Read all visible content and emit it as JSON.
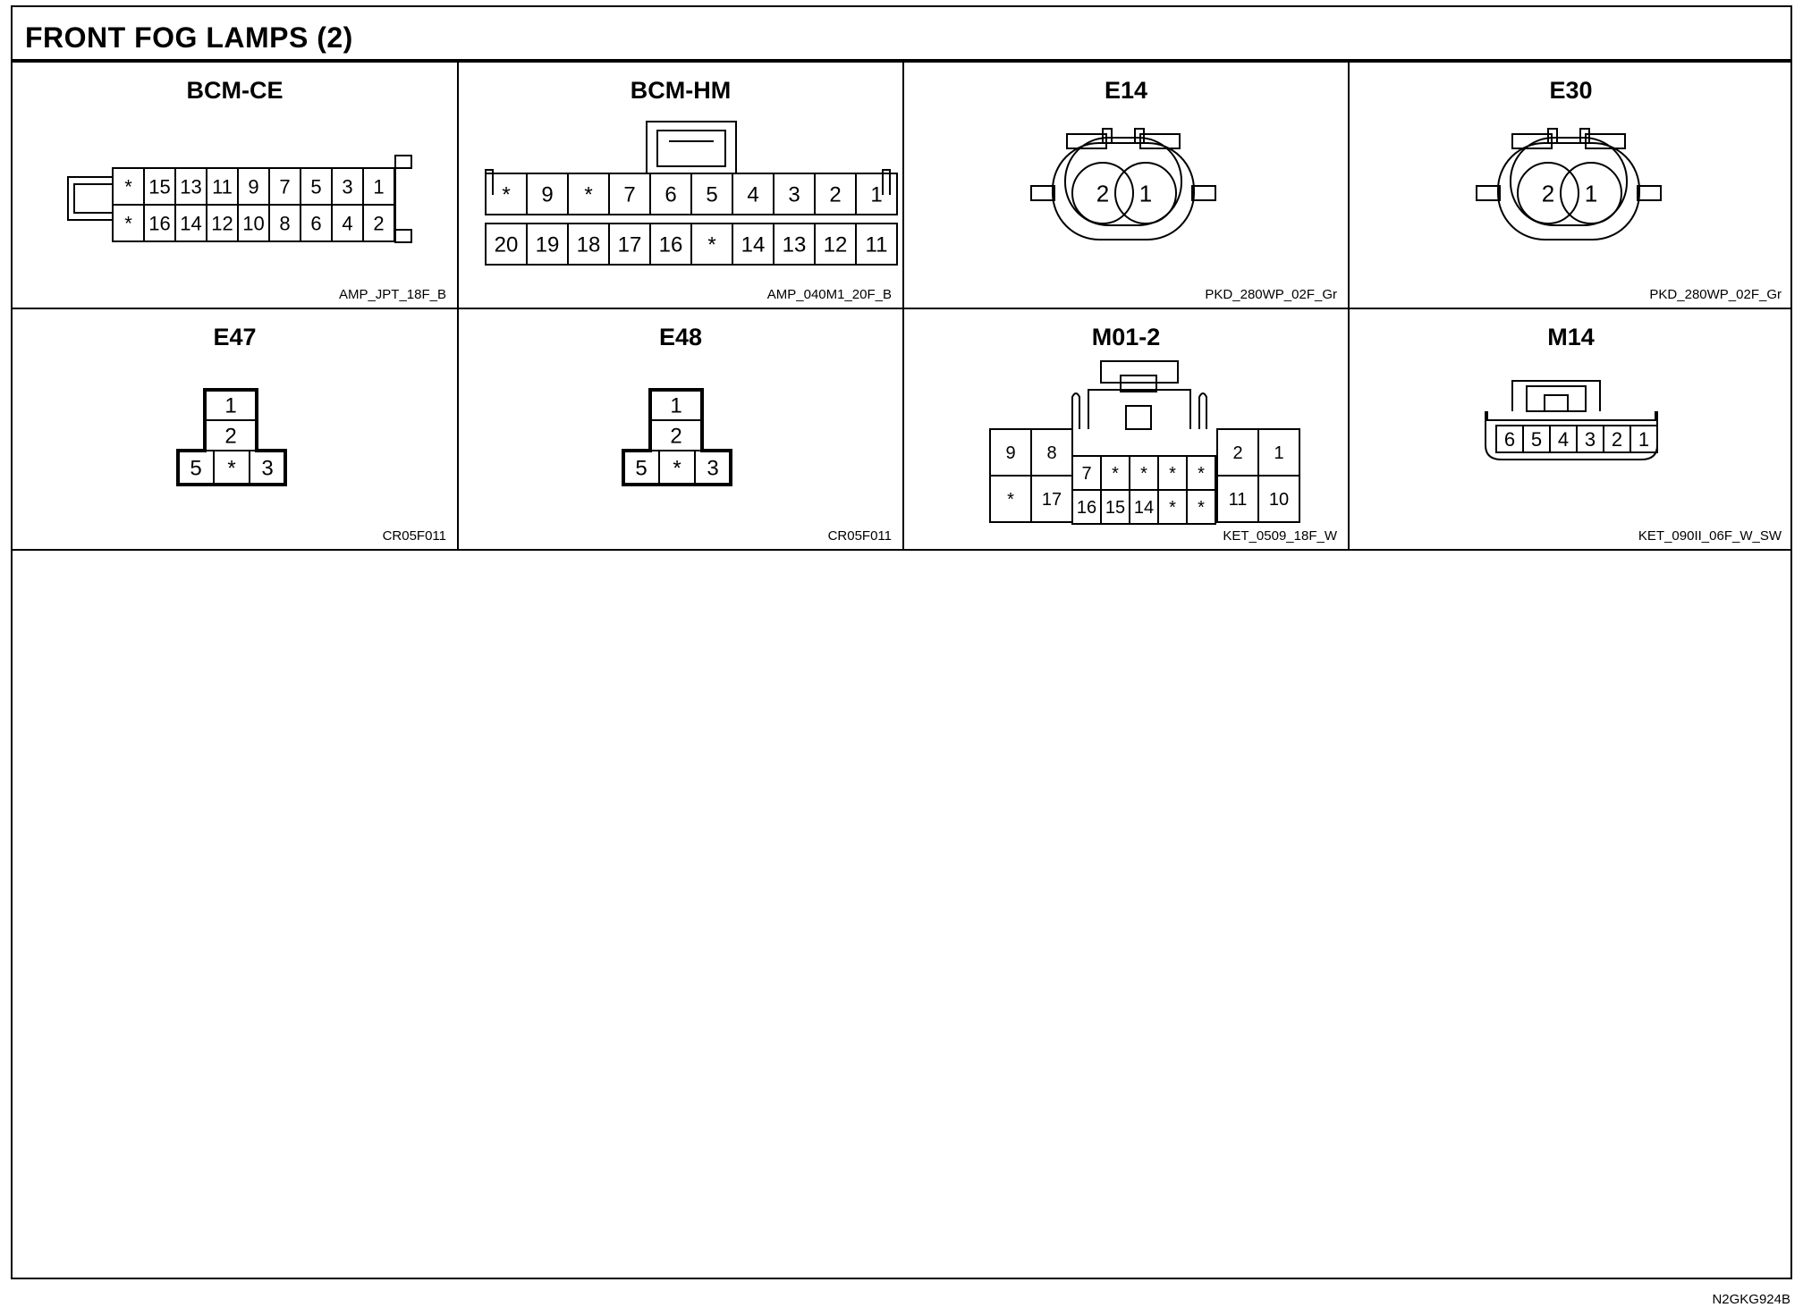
{
  "page": {
    "title": "FRONT FOG LAMPS (2)",
    "doc_id": "N2GKG924B"
  },
  "connectors": [
    {
      "title": "BCM-CE",
      "code": "AMP_JPT_18F_B",
      "rows": [
        [
          "*",
          "15",
          "13",
          "11",
          "9",
          "7",
          "5",
          "3",
          "1"
        ],
        [
          "*",
          "16",
          "14",
          "12",
          "10",
          "8",
          "6",
          "4",
          "2"
        ]
      ]
    },
    {
      "title": "BCM-HM",
      "code": "AMP_040M1_20F_B",
      "rows": [
        [
          "*",
          "9",
          "*",
          "7",
          "6",
          "5",
          "4",
          "3",
          "2",
          "1"
        ],
        [
          "20",
          "19",
          "18",
          "17",
          "16",
          "*",
          "14",
          "13",
          "12",
          "11"
        ]
      ]
    },
    {
      "title": "E14",
      "code": "PKD_280WP_02F_Gr",
      "rows": [
        [
          "2",
          "1"
        ]
      ]
    },
    {
      "title": "E30",
      "code": "PKD_280WP_02F_Gr",
      "rows": [
        [
          "2",
          "1"
        ]
      ]
    },
    {
      "title": "E47",
      "code": "CR05F011",
      "rows": [
        [
          "1"
        ],
        [
          "2"
        ],
        [
          "5",
          "*",
          "3"
        ]
      ]
    },
    {
      "title": "E48",
      "code": "CR05F011",
      "rows": [
        [
          "1"
        ],
        [
          "2"
        ],
        [
          "5",
          "*",
          "3"
        ]
      ]
    },
    {
      "title": "M01-2",
      "code": "KET_0509_18F_W",
      "rows": [
        [
          "9",
          "8",
          "7",
          "*",
          "*",
          "*",
          "*",
          "2",
          "1"
        ],
        [
          "*",
          "17",
          "16",
          "15",
          "14",
          "*",
          "*",
          "11",
          "10"
        ]
      ]
    },
    {
      "title": "M14",
      "code": "KET_090II_06F_W_SW",
      "rows": [
        [
          "6",
          "5",
          "4",
          "3",
          "2",
          "1"
        ]
      ]
    }
  ]
}
